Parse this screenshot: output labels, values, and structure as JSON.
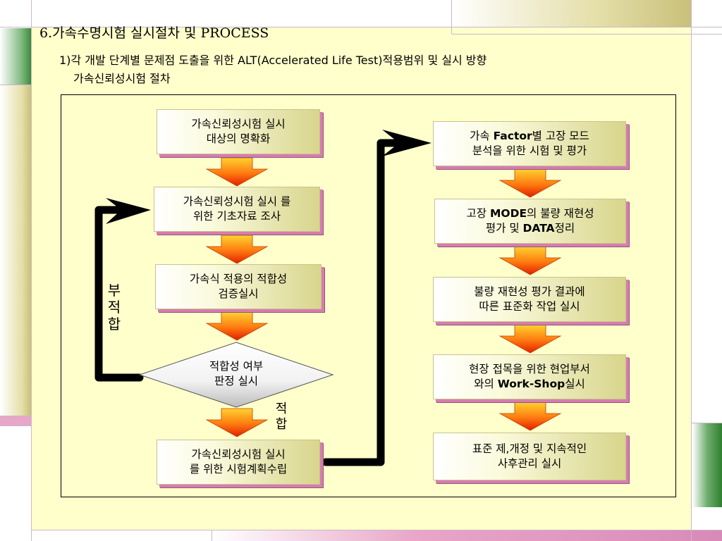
{
  "slide": {
    "title": "6.가속수명시험 실시절차 및 PROCESS",
    "subtitle_line1": "1)각 개발 단계별 문제점 도출을 위한  ALT(Accelerated Life Test)적용범위 및 실시 방향",
    "subtitle_line2": "가속신뢰성시험 절차"
  },
  "left_column": {
    "step1": [
      "가속신뢰성시험 실시",
      "대상의 명확화"
    ],
    "step2": [
      "가속신뢰성시험 실시 를",
      "위한 기초자료 조사"
    ],
    "step3": [
      "가속식 적용의 적합성",
      "검증실시"
    ],
    "decision": [
      "적합성 여부",
      "판정 실시"
    ],
    "step5": [
      "가속신뢰성시험 실시",
      "를 위한 시험계획수립"
    ]
  },
  "labels": {
    "fail": "부적합",
    "pass": "적합"
  },
  "right_column": {
    "step1": {
      "pre": "가속 ",
      "bold": "Factor",
      "post": "별 고장 모드",
      "line2": "분석을 위한 시험 및 평가"
    },
    "step2": {
      "pre": "고장 ",
      "bold": "MODE",
      "post": "의 불량 재현성",
      "line2_pre": "평가 및 ",
      "line2_bold": "DATA",
      "line2_post": "정리"
    },
    "step3": [
      "불량  재현성 평가 결과에",
      "따른 표준화 작업 실시"
    ],
    "step4": {
      "line1": "현장 접목을 위한 현업부서",
      "pre": "와의 ",
      "bold": "Work-Shop",
      "post": "실시"
    },
    "step5": [
      "표준 제,개정 및 지속적인",
      "사후관리 실시"
    ]
  },
  "colors": {
    "panel_bg": "#ffffcc",
    "accent_green": "#3a8a3a",
    "accent_pink": "#e8a6c8",
    "box_shadow": "#d87bb0"
  }
}
